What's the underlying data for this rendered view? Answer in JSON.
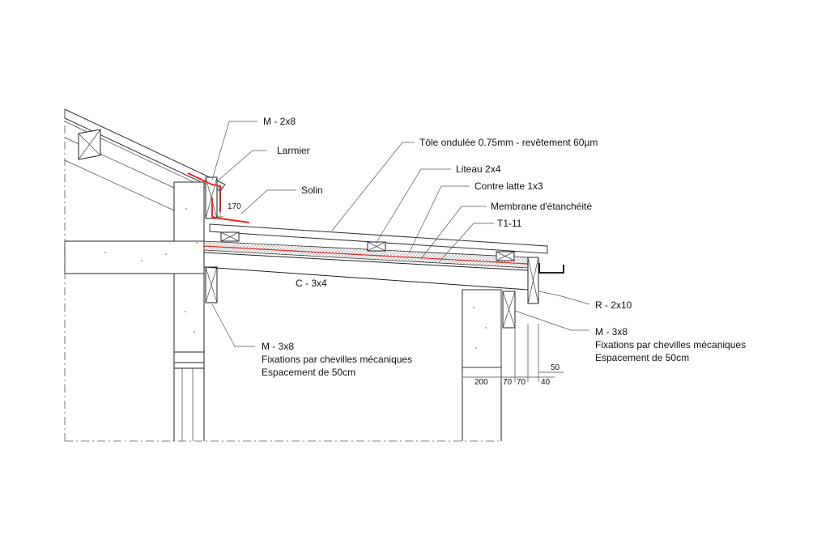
{
  "colors": {
    "flashing": "#e32b2b",
    "line": "#222222",
    "background": "#ffffff"
  },
  "labels": {
    "m_2x8": "M - 2x8",
    "larmier": "Larmier",
    "tole": "Tôle ondulée 0.75mm - revêtement 60µm",
    "solin": "Solin",
    "liteau": "Liteau 2x4",
    "contre_latte": "Contre latte 1x3",
    "membrane": "Membrane d'étanchéité",
    "t1_11": "T1-11",
    "c_3x4": "C - 3x4",
    "r_2x10": "R - 2x10",
    "m_3x8_left": {
      "line1": "M - 3x8",
      "line2": "Fixations par chevilles mécaniques",
      "line3": "Espacement de 50cm"
    },
    "m_3x8_right": {
      "line1": "M - 3x8",
      "line2": "Fixations par chevilles mécaniques",
      "line3": "Espacement de 50cm"
    }
  },
  "dimensions": {
    "d170": "170",
    "d50": "50",
    "d200": "200",
    "d70a": "70",
    "d70b": "70",
    "d40": "40"
  }
}
